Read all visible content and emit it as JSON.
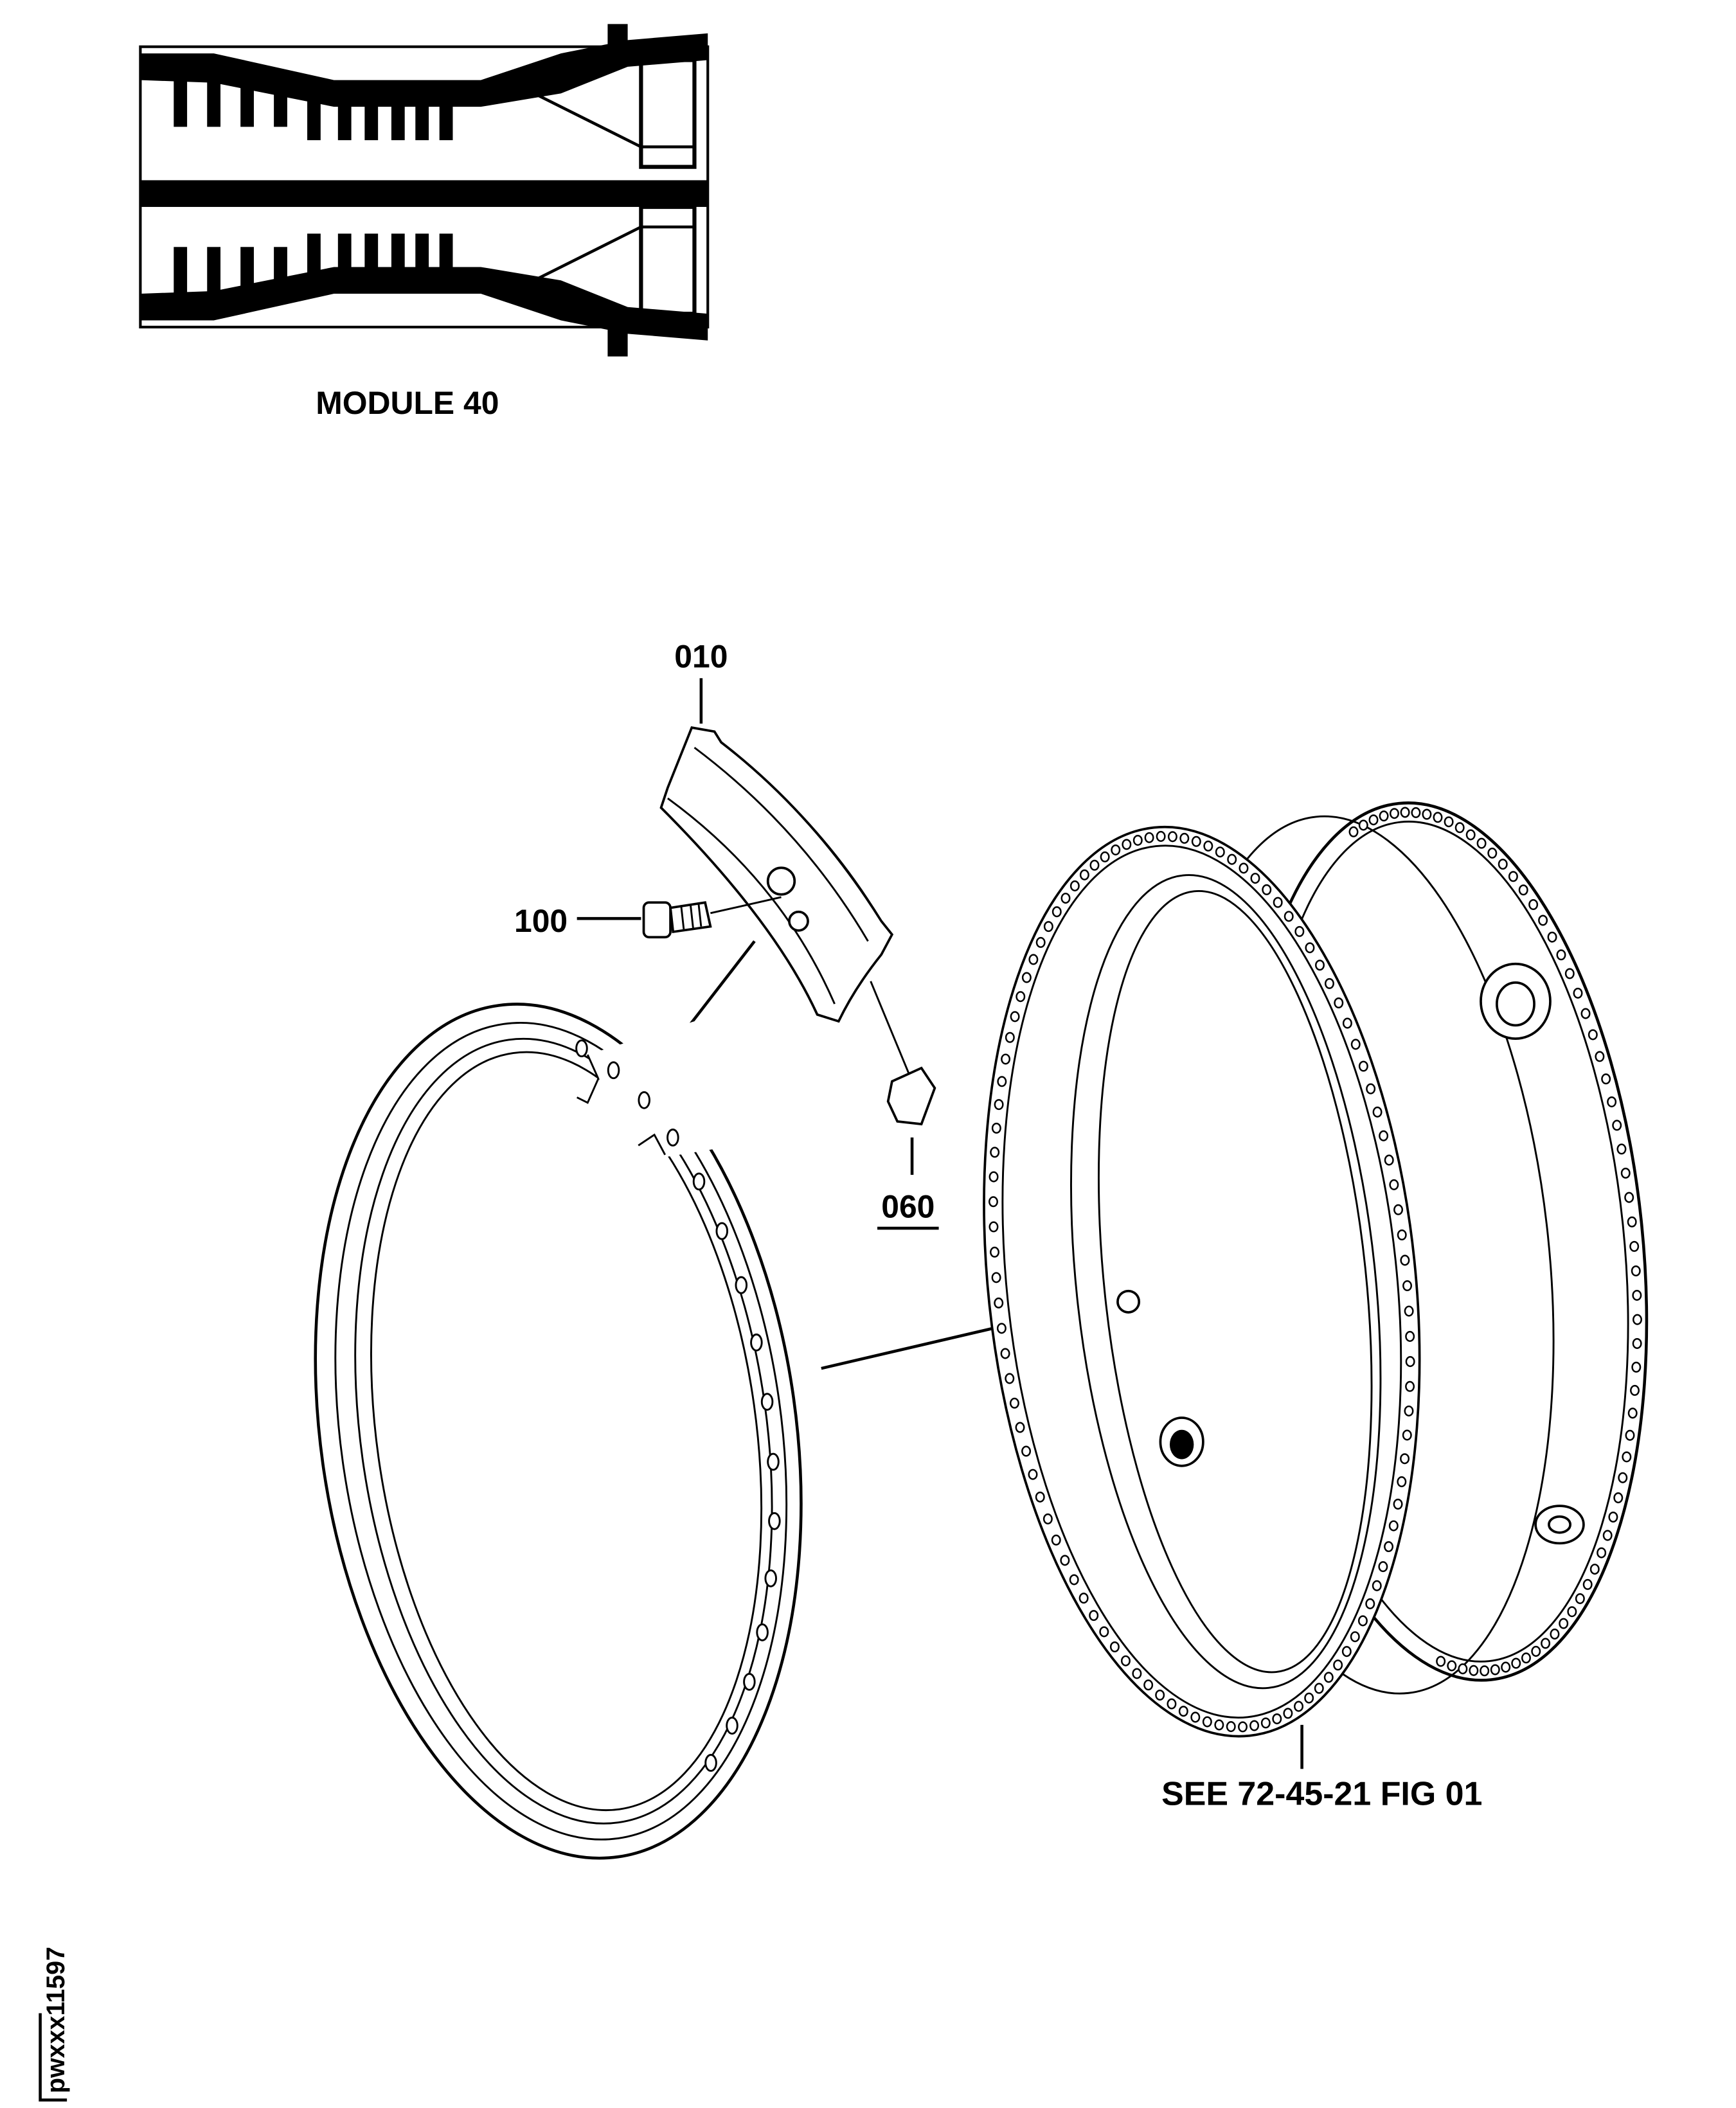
{
  "module": {
    "label": "MODULE 40"
  },
  "callouts": {
    "item_010": "010",
    "item_100": "100",
    "item_060": "060",
    "reference": "SEE 72-45-21 FIG 01"
  },
  "figure_id": "pwxxx11597",
  "colors": {
    "ink": "#000000",
    "paper": "#ffffff"
  }
}
